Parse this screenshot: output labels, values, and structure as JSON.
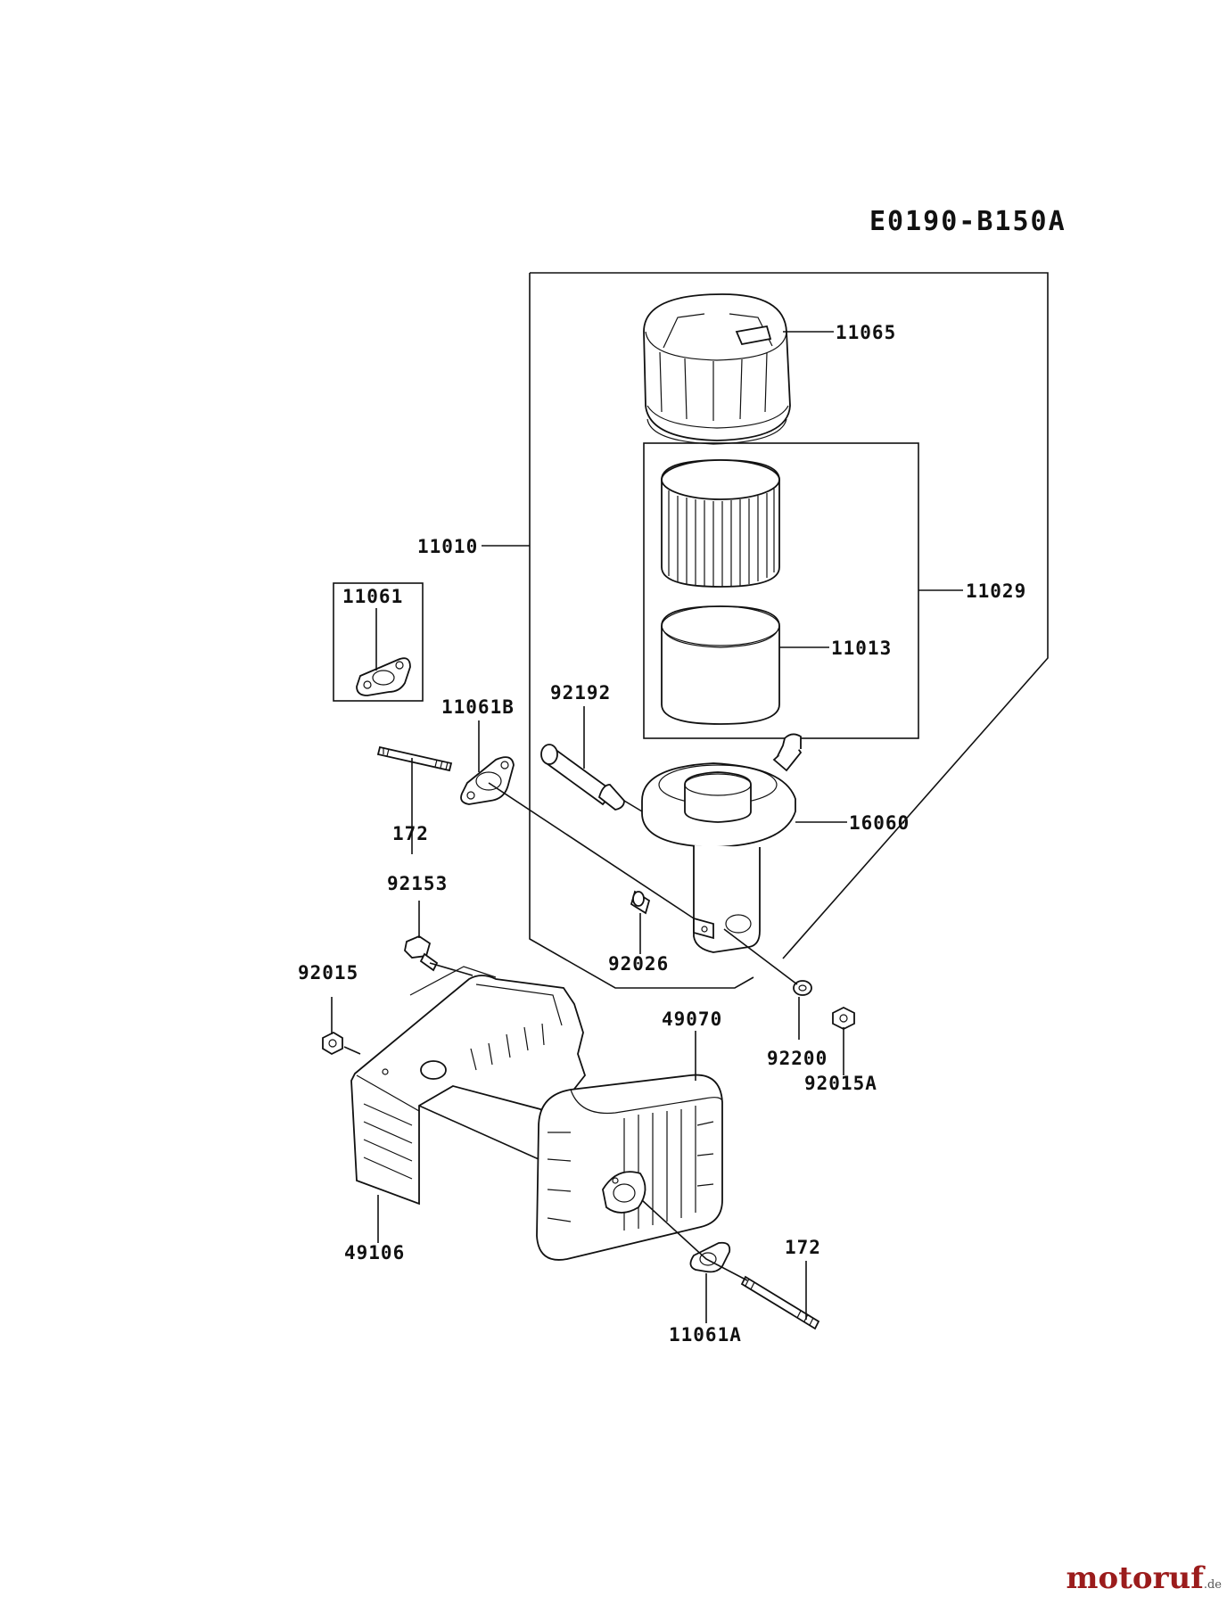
{
  "diagram_code": "E0190-B150A",
  "parts": {
    "p11065": "11065",
    "p11010": "11010",
    "p11029": "11029",
    "p11013": "11013",
    "p11061": "11061",
    "p11061B": "11061B",
    "p92192": "92192",
    "p16060": "16060",
    "p172_top": "172",
    "p92153": "92153",
    "p92026": "92026",
    "p92015": "92015",
    "p49070": "49070",
    "p92200": "92200",
    "p92015A": "92015A",
    "p49106": "49106",
    "p172_bottom": "172",
    "p11061A": "11061A"
  },
  "watermark": {
    "brand": "motoruf",
    "tld": ".de",
    "brand_color": "#9b1c1c"
  }
}
